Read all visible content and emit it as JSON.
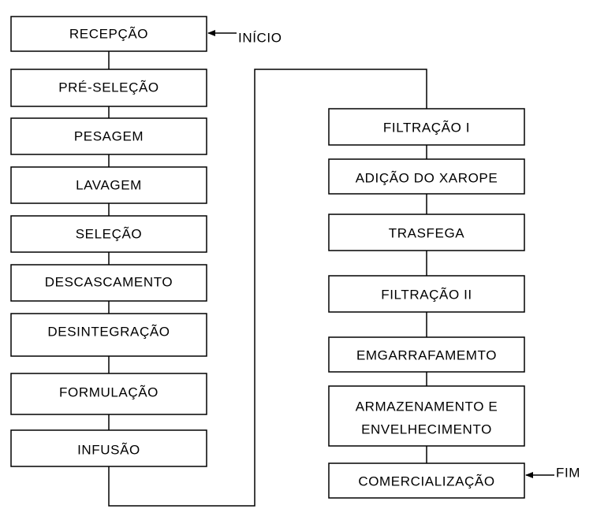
{
  "diagram": {
    "start_label": "INÍCIO",
    "end_label": "FIM",
    "left_column": [
      {
        "label": "RECEPÇÃO"
      },
      {
        "label": "PRÉ-SELEÇÃO"
      },
      {
        "label": "PESAGEM"
      },
      {
        "label": "LAVAGEM"
      },
      {
        "label": "SELEÇÃO"
      },
      {
        "label": "DESCASCAMENTO"
      },
      {
        "label": "DESINTEGRAÇÃO"
      },
      {
        "label": "FORMULAÇÃO"
      },
      {
        "label": "INFUSÃO"
      }
    ],
    "right_column": [
      {
        "label": "FILTRAÇÃO I"
      },
      {
        "label": "ADIÇÃO DO XAROPE"
      },
      {
        "label": "TRASFEGA"
      },
      {
        "label": "FILTRAÇÃO II"
      },
      {
        "label": "EMGARRAFAMEMTO"
      },
      {
        "label_line1": "ARMAZENAMENTO E",
        "label_line2": "ENVELHECIMENTO"
      },
      {
        "label": "COMERCIALIZAÇÃO"
      }
    ]
  }
}
